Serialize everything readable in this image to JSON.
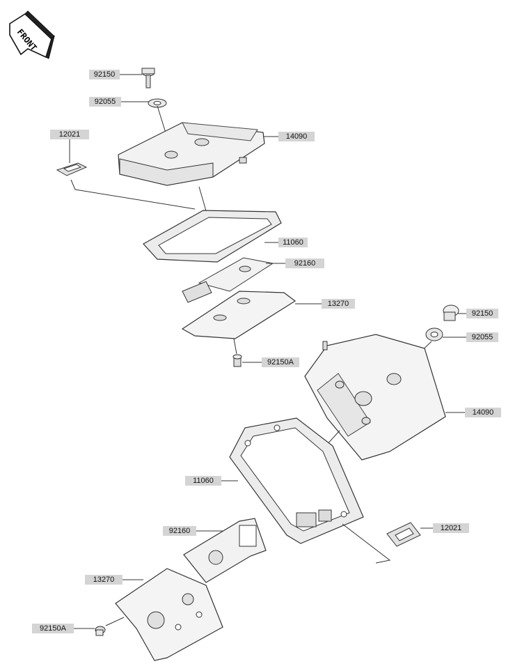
{
  "orientation_marker": {
    "text": "FRONT",
    "icon": "front-arrow-icon"
  },
  "labels": {
    "top_92150": "92150",
    "top_92055": "92055",
    "top_12021": "12021",
    "top_14090": "14090",
    "top_11060": "11060",
    "top_92160": "92160",
    "top_13270": "13270",
    "top_92150A": "92150A",
    "right_92150": "92150",
    "right_92055": "92055",
    "right_14090": "14090",
    "bottom_11060": "11060",
    "bottom_92160": "92160",
    "bottom_13270": "13270",
    "bottom_92150A": "92150A",
    "right_12021": "12021"
  }
}
